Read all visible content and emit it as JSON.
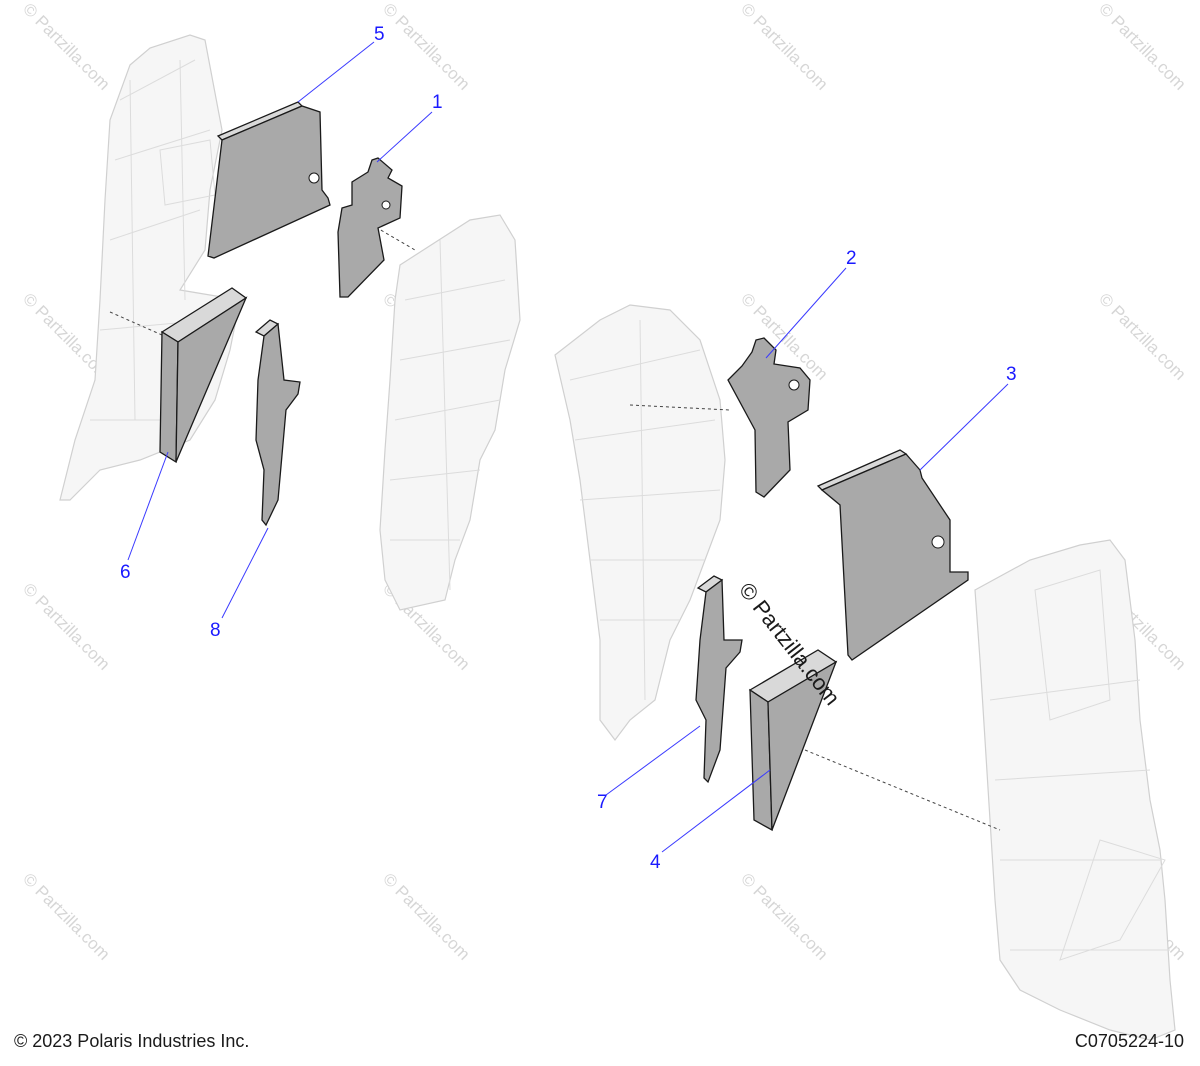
{
  "callouts": [
    "1",
    "2",
    "3",
    "4",
    "5",
    "6",
    "7",
    "8"
  ],
  "watermark": {
    "text": "© Partzilla.com"
  },
  "footer": {
    "copyright": "© 2023 Polaris Industries Inc.",
    "figure_code": "C0705224-10"
  },
  "colors": {
    "callout": "#1a1aff",
    "pad_fill": "#a9a9a9",
    "panel_outline": "#d0d0d0"
  }
}
